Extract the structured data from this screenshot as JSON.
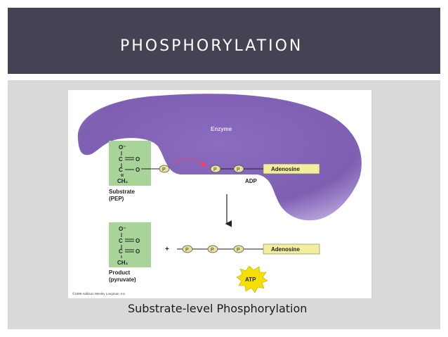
{
  "slide": {
    "title": "PHOSPHORYLATION",
    "caption": "Substrate-level Phosphorylation"
  },
  "diagram": {
    "enzyme_label": "Enzyme",
    "substrate": {
      "top_atom": "O⁻",
      "row2": [
        "C",
        "O"
      ],
      "row3": [
        "C",
        "O"
      ],
      "bottom": "CH₂",
      "label_line1": "Substrate",
      "label_line2": "(PEP)"
    },
    "product": {
      "top_atom": "O⁻",
      "row2": [
        "C",
        "O"
      ],
      "row3": [
        "C",
        "O"
      ],
      "bottom": "CH₃",
      "label_line1": "Product",
      "label_line2": "(pyruvate)"
    },
    "phosphate_symbol": "P",
    "adenosine_label": "Adenosine",
    "adp_label": "ADP",
    "plus_sign": "+",
    "atp_label": "ATP",
    "copyright": "©1999 Addison Wesley Longman, Inc."
  },
  "colors": {
    "header_bg": "#434354",
    "panel_bg": "#d9d9d9",
    "enzyme": "#7e5fb2",
    "molecule_box": "#a8d49a",
    "phosphate": "#e8e29a",
    "adenosine": "#f2ee9c",
    "atp_star": "#f4e000",
    "arrow_pink": "#e0457a"
  }
}
